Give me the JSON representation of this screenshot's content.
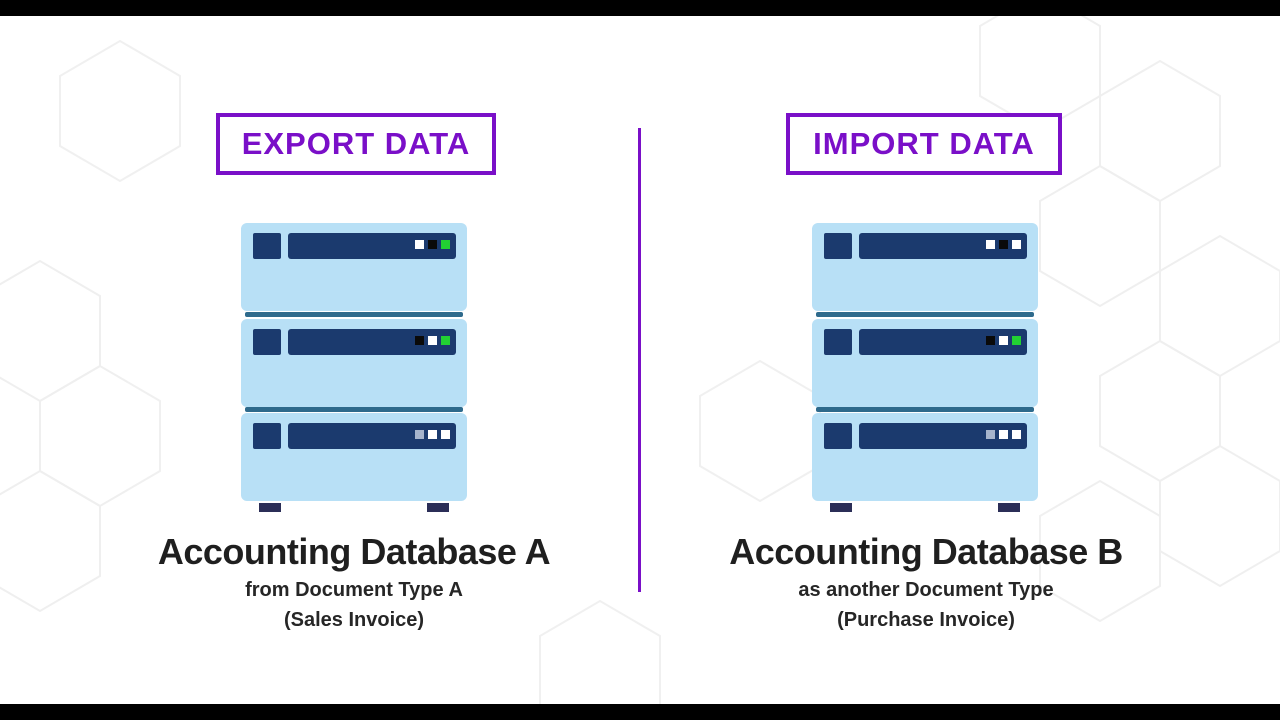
{
  "colors": {
    "accent": "#7A0FC8",
    "server_body": "#B8E0F6",
    "server_panel": "#1B3A6E",
    "server_separator": "#2E6A8C",
    "server_feet": "#2B2E57",
    "led_green": "#22D133",
    "led_white": "#FFFFFF",
    "led_black": "#0A0A0A",
    "led_gray": "#A6B4CC"
  },
  "export": {
    "label": "EXPORT DATA",
    "title": "Accounting Database A",
    "subtitle_line1": "from Document Type A",
    "subtitle_line2": "(Sales Invoice)",
    "server_icon": "server-rack-icon",
    "units": [
      {
        "leds": [
          "white",
          "black",
          "green"
        ]
      },
      {
        "leds": [
          "black",
          "white",
          "green"
        ]
      },
      {
        "leds": [
          "gray",
          "white",
          "white"
        ]
      }
    ]
  },
  "import": {
    "label": "IMPORT DATA",
    "title": "Accounting Database B",
    "subtitle_line1": "as another Document Type",
    "subtitle_line2": "(Purchase Invoice)",
    "server_icon": "server-rack-icon",
    "units": [
      {
        "leds": [
          "white",
          "black",
          "white"
        ]
      },
      {
        "leds": [
          "black",
          "white",
          "green"
        ]
      },
      {
        "leds": [
          "gray",
          "white",
          "white"
        ]
      }
    ]
  }
}
